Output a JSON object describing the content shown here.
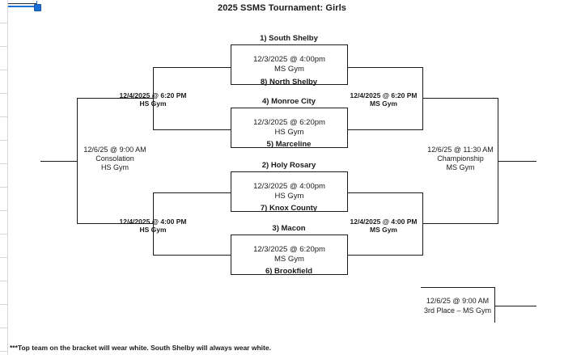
{
  "title": "2025 SSMS Tournament: Girls",
  "footnote": "***Top team on the bracket will wear white.  South Shelby will always wear white.",
  "quarterfinals": [
    {
      "top_team": "1) South Shelby",
      "bottom_team": "8) North Shelby",
      "datetime": "12/3/2025 @ 4:00pm",
      "venue": "MS Gym"
    },
    {
      "top_team": "4) Monroe City",
      "bottom_team": "5) Marceline",
      "datetime": "12/3/2025 @ 6:20pm",
      "venue": "HS Gym"
    },
    {
      "top_team": "2) Holy Rosary",
      "bottom_team": "7) Knox County",
      "datetime": "12/3/2025 @ 4:00pm",
      "venue": "HS Gym"
    },
    {
      "top_team": "3) Macon",
      "bottom_team": "6) Brookfield",
      "datetime": "12/3/2025 @ 6:20pm",
      "venue": "MS Gym"
    }
  ],
  "semifinals": {
    "left_upper": {
      "datetime": "12/4/2025 @ 6:20 PM",
      "venue": "HS Gym"
    },
    "left_lower": {
      "datetime": "12/4/2025 @ 4:00 PM",
      "venue": "HS Gym"
    },
    "right_upper": {
      "datetime": "12/4/2025 @ 6:20 PM",
      "venue": "MS Gym"
    },
    "right_lower": {
      "datetime": "12/4/2025 @ 4:00 PM",
      "venue": "MS Gym"
    }
  },
  "consolation": {
    "datetime": "12/6/25 @ 9:00 AM",
    "name": "Consolation",
    "venue": "HS Gym"
  },
  "championship": {
    "datetime": "12/6/25 @ 11:30 AM",
    "name": "Championship",
    "venue": "MS Gym"
  },
  "third_place": {
    "datetime": "12/6/25 @ 9:00 AM",
    "name": "3rd Place – MS Gym"
  },
  "colors": {
    "line": "#1a1a1a",
    "selection": "#1a6fd4",
    "gutter": "#d6d6d6"
  }
}
